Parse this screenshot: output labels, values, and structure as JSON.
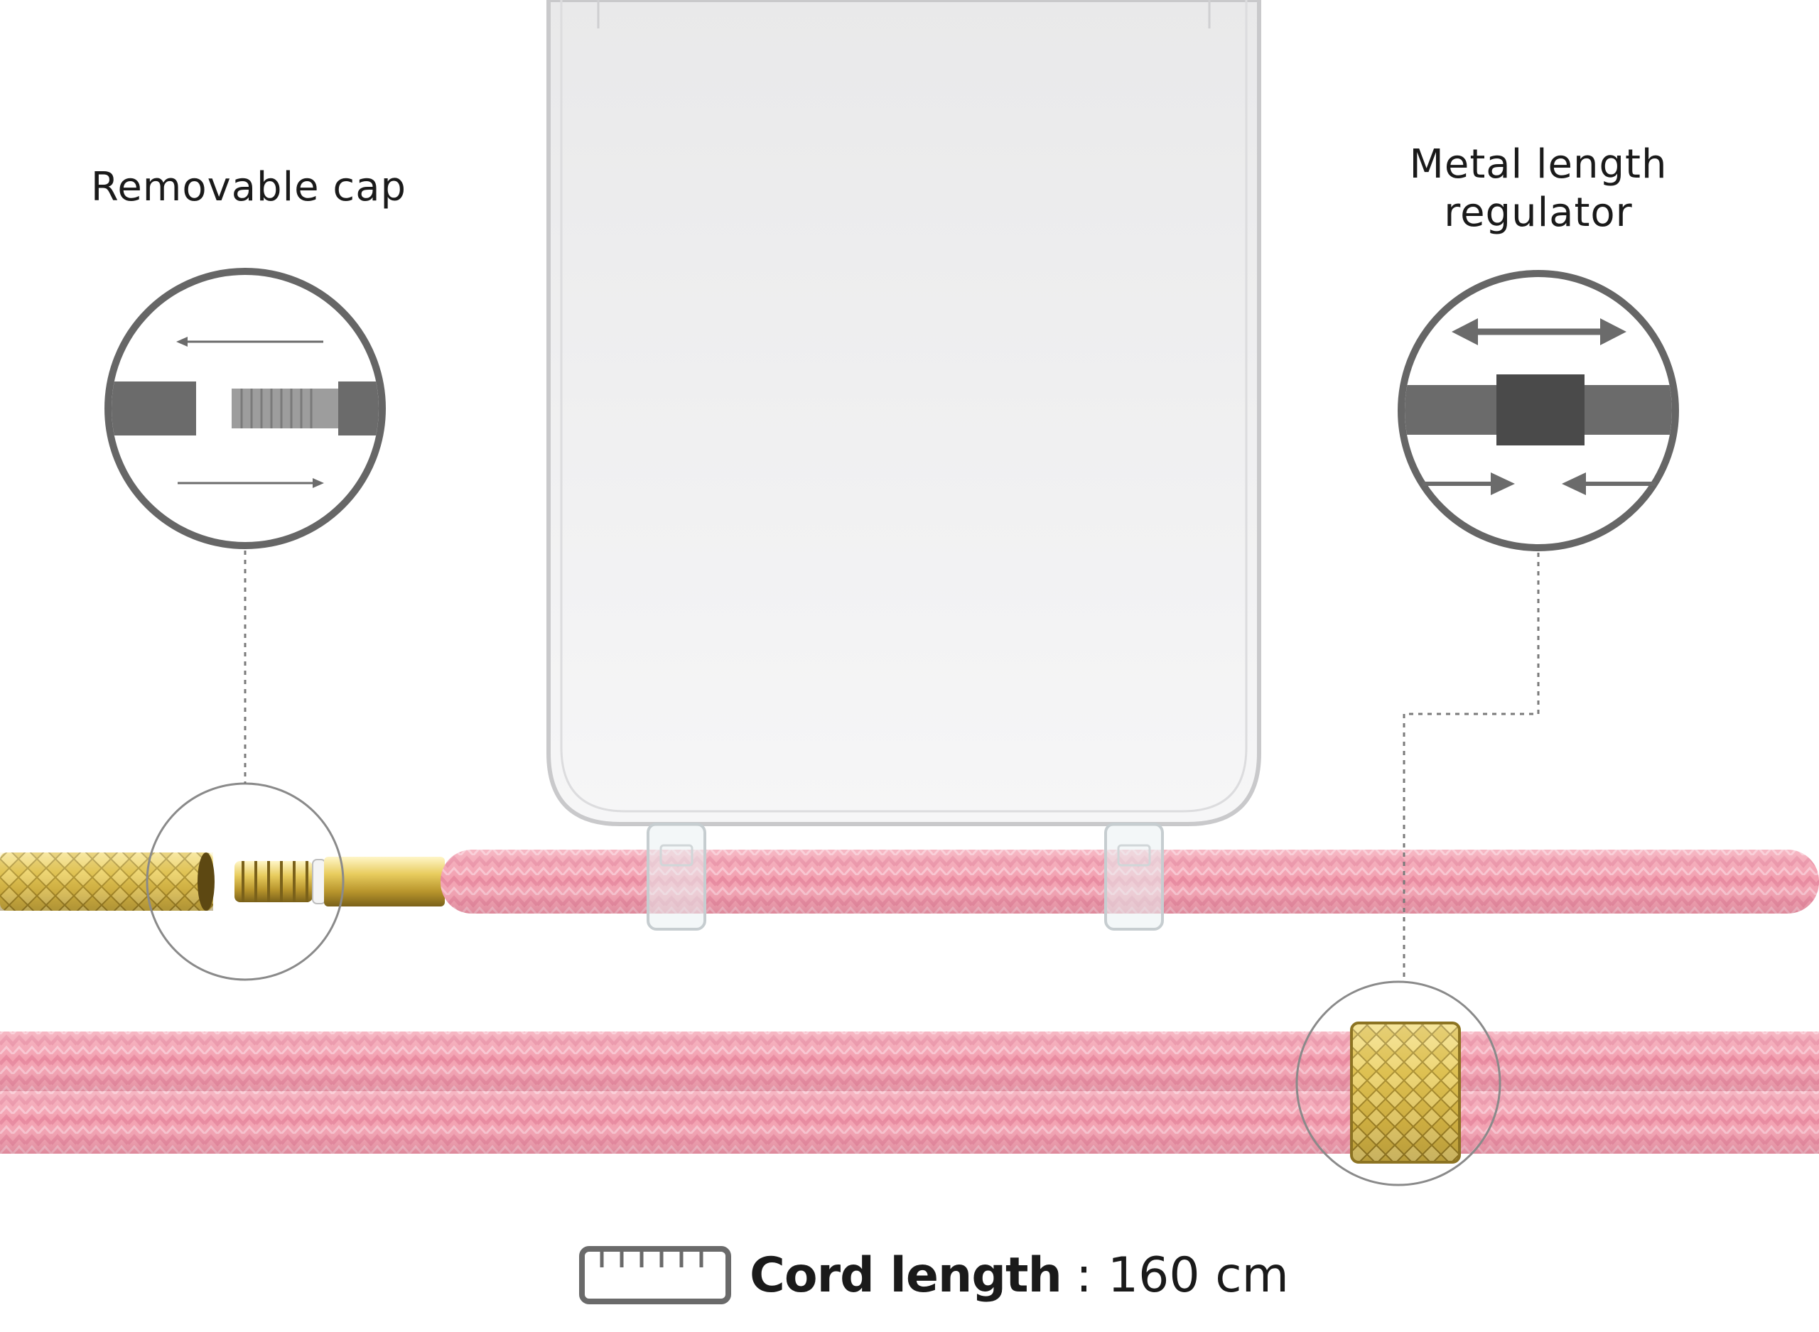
{
  "callouts": {
    "cap": {
      "title": "Removable cap"
    },
    "regulator": {
      "title_line1": "Metal length",
      "title_line2": "regulator"
    }
  },
  "footer": {
    "label": "Cord length",
    "separator": ":",
    "value": "160 cm",
    "icon": "ruler-icon"
  },
  "colors": {
    "cord_pink": "#f29aab",
    "cord_pink_dark": "#e07f94",
    "gold": "#d8b94a",
    "diagram_gray": "#6a6a6a",
    "text": "#1a1a1a"
  }
}
